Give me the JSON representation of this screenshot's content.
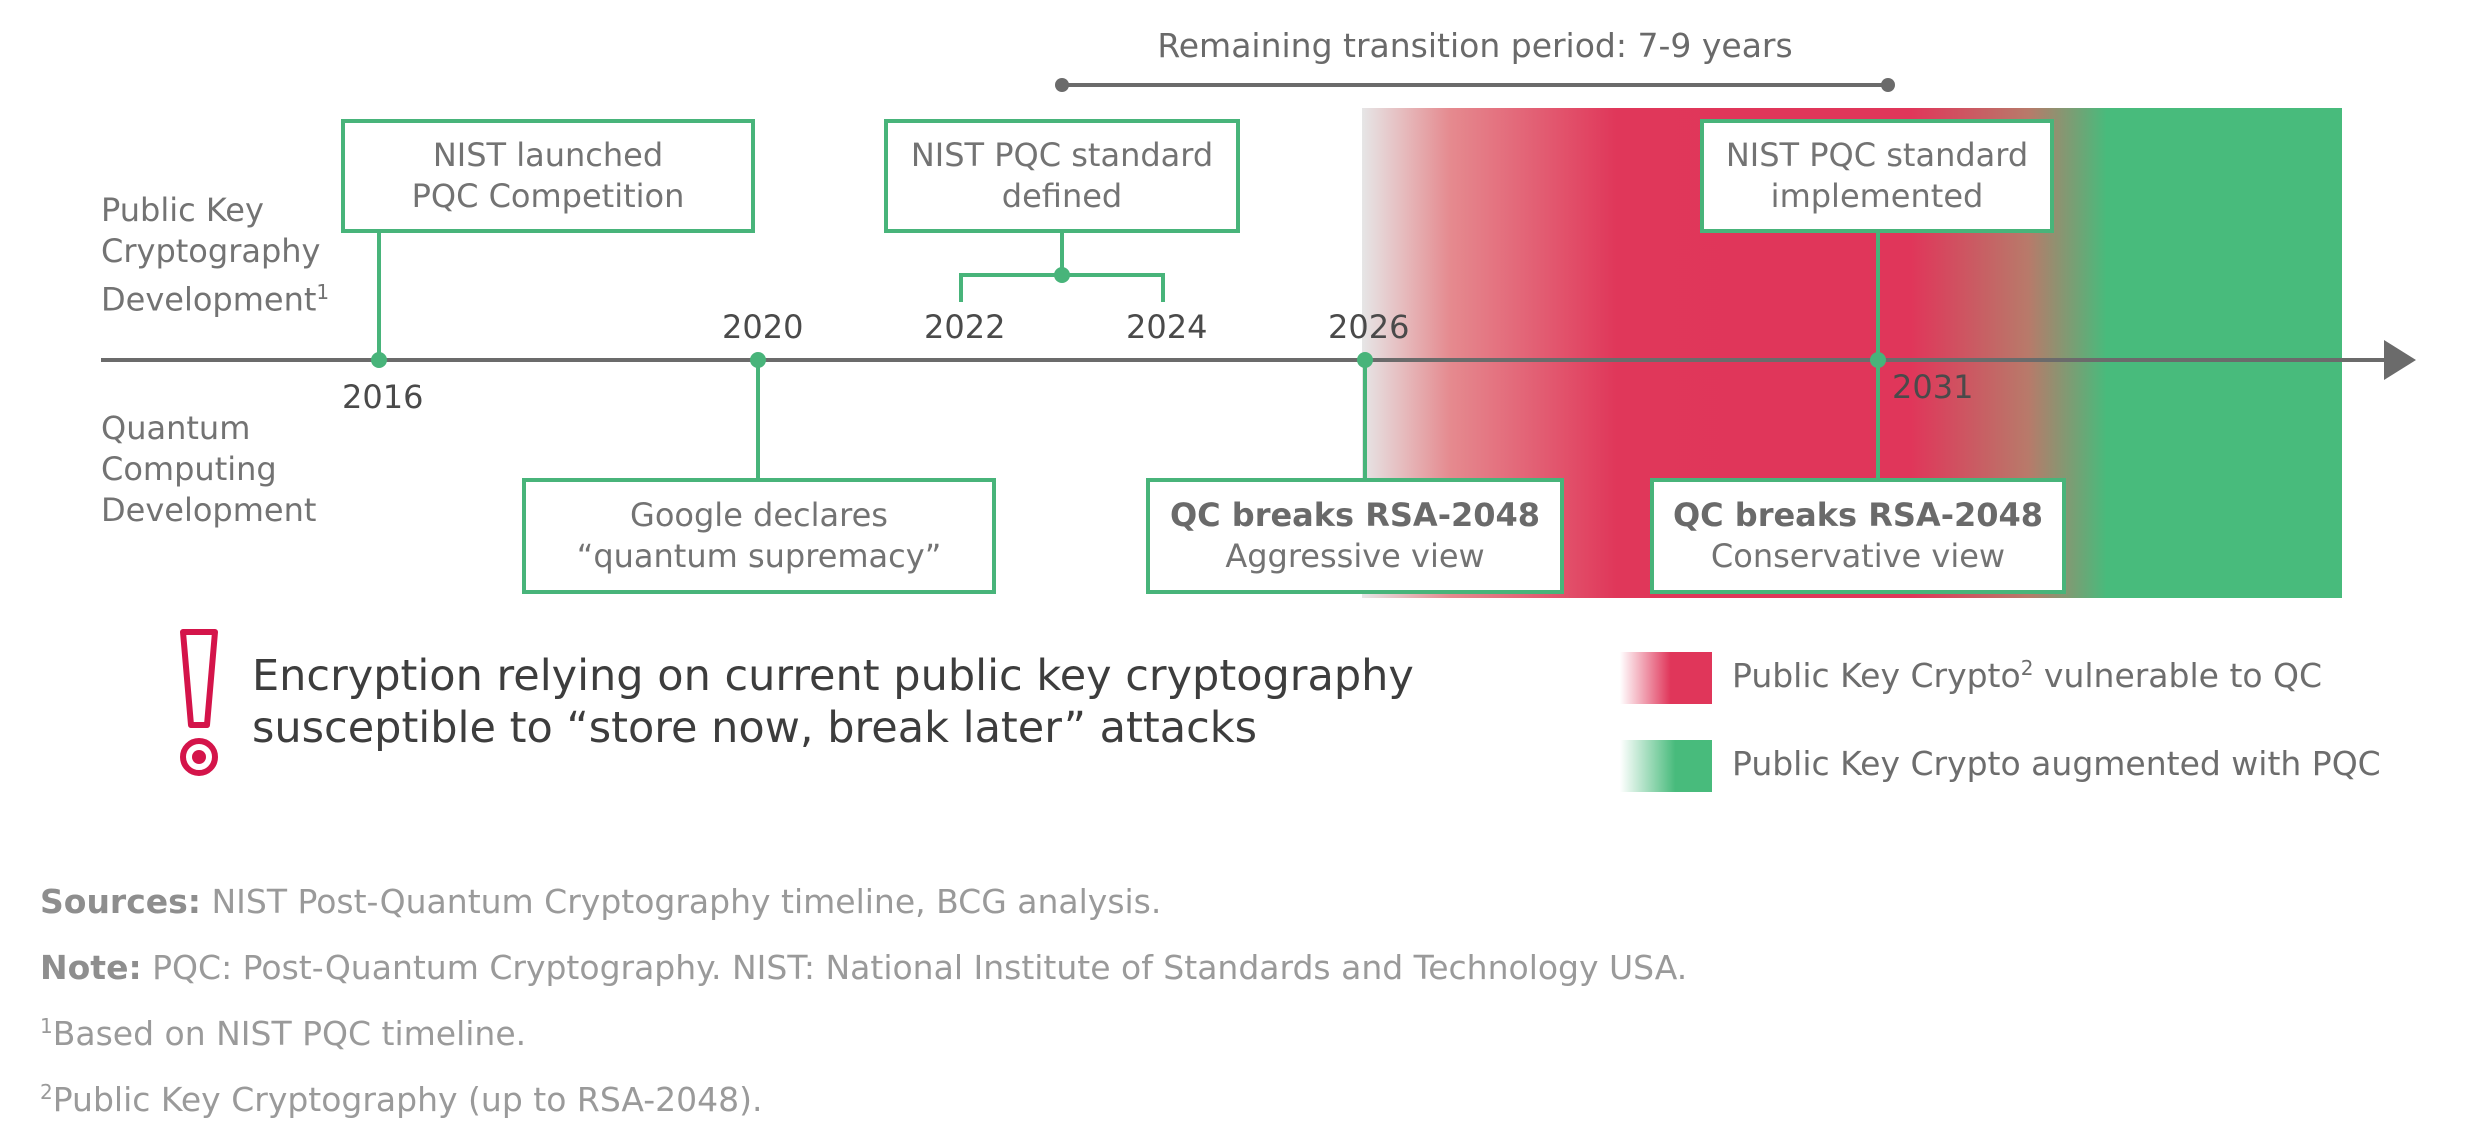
{
  "transition_label": "Remaining transition period: 7-9 years",
  "row_labels": {
    "pkc": [
      "Public Key",
      "Cryptography",
      "Development"
    ],
    "pkc_sup": "1",
    "qc": [
      "Quantum",
      "Computing",
      "Development"
    ]
  },
  "years": [
    "2016",
    "2020",
    "2022",
    "2024",
    "2026",
    "2031"
  ],
  "top_events": [
    {
      "line1": "NIST launched",
      "line2": "PQC Competition"
    },
    {
      "line1": "NIST PQC standard",
      "line2": "defined"
    },
    {
      "line1": "NIST PQC standard",
      "line2": "implemented"
    }
  ],
  "bottom_events": [
    {
      "line1": "Google declares",
      "line2": "“quantum supremacy”"
    },
    {
      "line1": "QC breaks RSA-2048",
      "line2": "Aggressive view"
    },
    {
      "line1": "QC breaks RSA-2048",
      "line2": "Conservative view"
    }
  ],
  "warning": {
    "line1": "Encryption relying on current public key cryptography",
    "line2": "susceptible to “store now, break later” attacks"
  },
  "legend": [
    {
      "label_pre": "Public Key Crypto",
      "sup": "2",
      "label_post": " vulnerable to QC",
      "color": "#e0365a"
    },
    {
      "label_pre": "Public Key Crypto augmented with PQC",
      "sup": "",
      "label_post": "",
      "color": "#48bb7c"
    }
  ],
  "footnotes": {
    "sources_label": "Sources:",
    "sources_text": " NIST Post-Quantum Cryptography timeline, BCG analysis.",
    "note_label": "Note:",
    "note_text": " PQC: Post-Quantum Cryptography. NIST: National Institute of Standards and Technology USA.",
    "fn1_sup": "1",
    "fn1_text": "Based on NIST PQC timeline.",
    "fn2_sup": "2",
    "fn2_text": "Public Key Cryptography (up to RSA-2048)."
  },
  "colors": {
    "green": "#48b47a",
    "red": "#e0365a",
    "axis": "#6b6b6b",
    "warning_red": "#d4144a"
  }
}
